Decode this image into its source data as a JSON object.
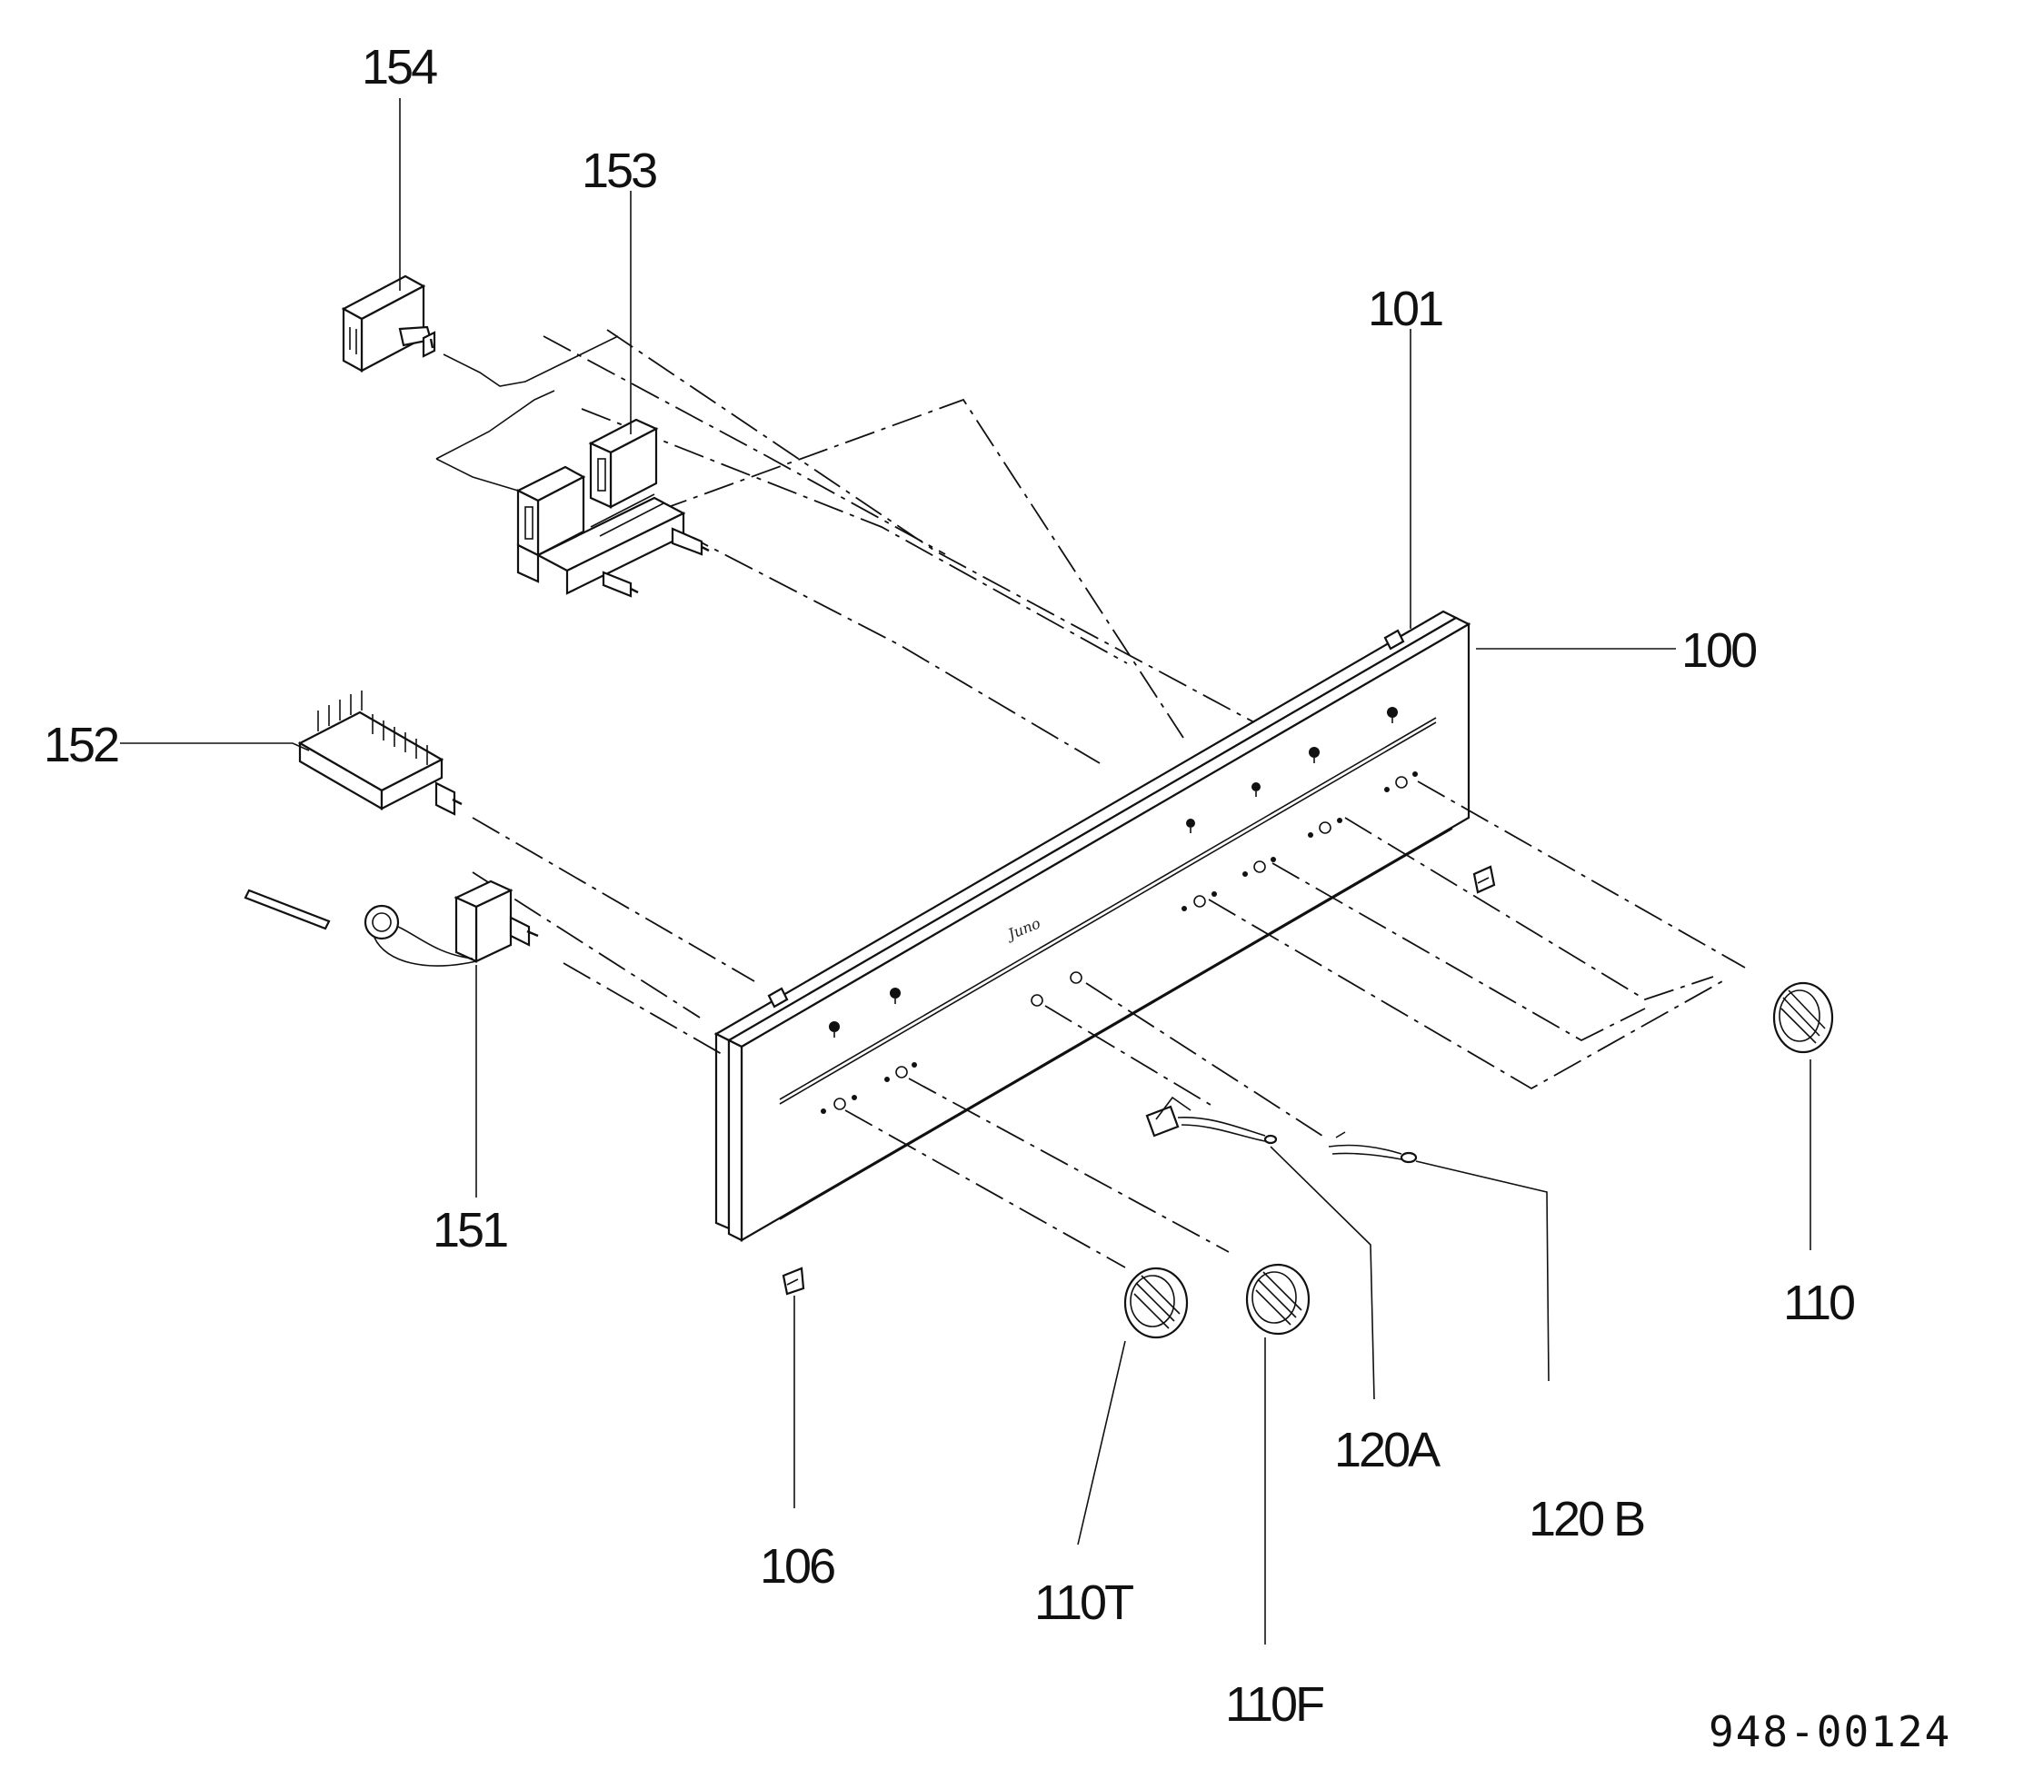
{
  "callouts": {
    "p154": "154",
    "p153": "153",
    "p101": "101",
    "p100": "100",
    "p152": "152",
    "p151": "151",
    "p110": "110",
    "p106": "106",
    "p110T": "110T",
    "p110F": "110F",
    "p120A": "120A",
    "p120B": "120 B"
  },
  "brand_mark": "Juno",
  "document_number": "948-00124"
}
